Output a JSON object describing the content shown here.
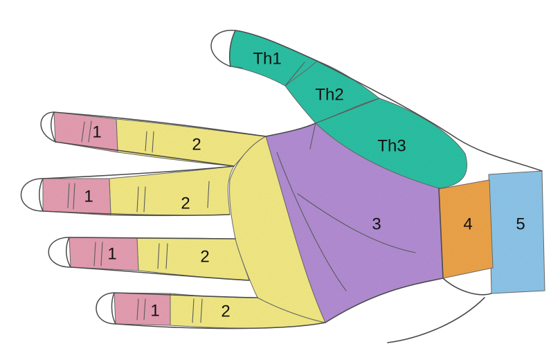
{
  "zones": {
    "th1": "Th1",
    "th2": "Th2",
    "th3": "Th3",
    "distal": "1",
    "middle": "2",
    "palm": "3",
    "wrist_band": "4",
    "forearm": "5"
  },
  "colors": {
    "distal": "#e8a0b4",
    "middle": "#f6ec86",
    "palm": "#b58fd6",
    "thumb": "#2cc3a6",
    "wrist_band": "#f0a64a",
    "forearm": "#8fc8ec"
  }
}
